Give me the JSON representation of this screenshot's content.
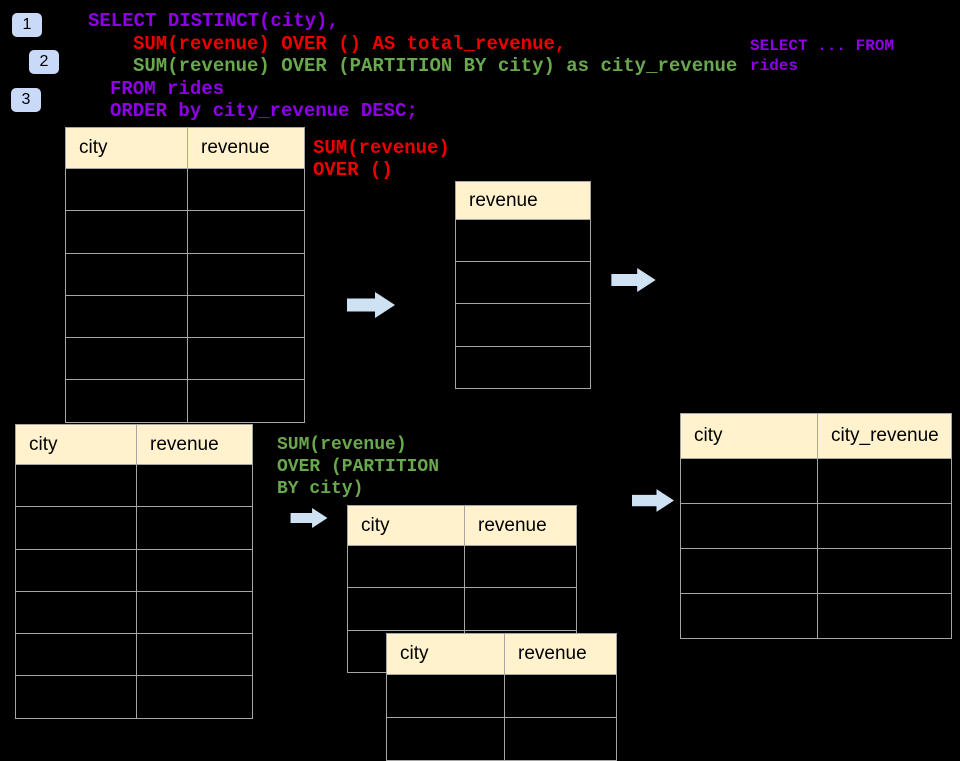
{
  "colors": {
    "background": "#000000",
    "purple": "#8e00e6",
    "red": "#ee0000",
    "green": "#6aa84f",
    "table_header_fill": "#fff2cc",
    "table_border": "#a6a6a6",
    "arrow_fill": "#cfe2f3",
    "badge_fill": "#c9daf8"
  },
  "badges": [
    {
      "label": "1"
    },
    {
      "label": "2"
    },
    {
      "label": "3"
    }
  ],
  "code": {
    "lines": [
      {
        "text": "SELECT DISTINCT(city),",
        "color": "purple"
      },
      {
        "text": "SUM(revenue) OVER () AS total_revenue,",
        "color": "red"
      },
      {
        "text": "SUM(revenue) OVER (PARTITION BY city) as city_revenue",
        "color": "green"
      },
      {
        "text": "FROM rides",
        "color": "purple"
      },
      {
        "text": "ORDER by city_revenue DESC;",
        "color": "purple"
      }
    ]
  },
  "side_note": {
    "text": "SELECT ... FROM\nrides"
  },
  "labels": {
    "total": {
      "text": "SUM(revenue)\nOVER ()"
    },
    "partition": {
      "text": "SUM(revenue)\nOVER (PARTITION\nBY city)"
    }
  },
  "tables": {
    "rides_full": {
      "columns": [
        "city",
        "revenue"
      ],
      "body_rows": 6
    },
    "total_revenue": {
      "columns": [
        "revenue"
      ],
      "body_rows": 4
    },
    "rides_step3": {
      "columns": [
        "city",
        "revenue"
      ],
      "body_rows": 6
    },
    "partition_a": {
      "columns": [
        "city",
        "revenue"
      ],
      "body_rows": 3
    },
    "partition_b": {
      "columns": [
        "city",
        "revenue"
      ],
      "body_rows": 2
    },
    "result": {
      "columns": [
        "city",
        "city_revenue"
      ],
      "body_rows": 4
    }
  }
}
